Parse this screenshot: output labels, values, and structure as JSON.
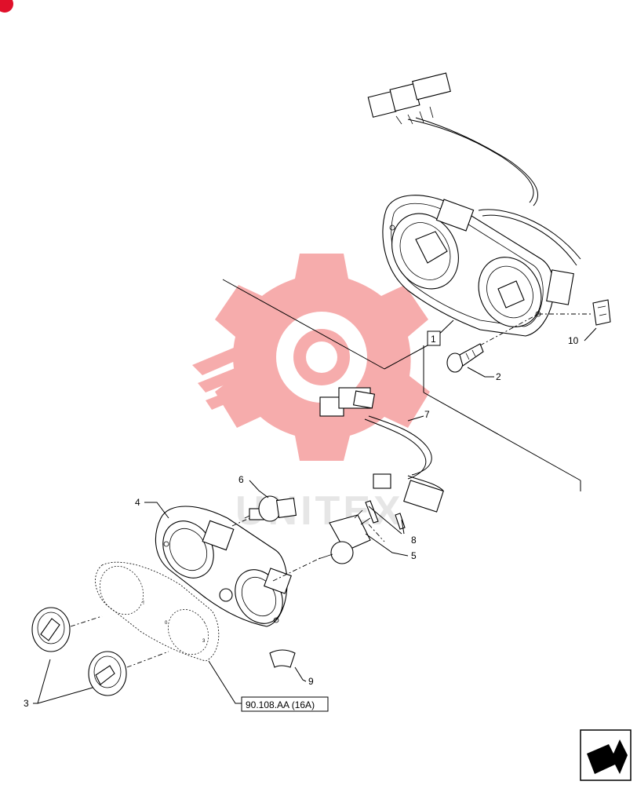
{
  "diagram": {
    "callouts": {
      "c1": "1",
      "c2": "2",
      "c3": "3",
      "c4": "4",
      "c5": "5",
      "c6": "6",
      "c7": "7",
      "c8": "8",
      "c9": "9",
      "c10": "10"
    },
    "reference_label": "90.108.AA (16A)",
    "watermark_text": "UNITEX",
    "colors": {
      "watermark": "#f06a6a",
      "corner_badge": "#e0102a",
      "line": "#000000"
    },
    "icons": {
      "corner_badge": "red-badge-icon",
      "next_page": "next-arrow-icon"
    }
  }
}
